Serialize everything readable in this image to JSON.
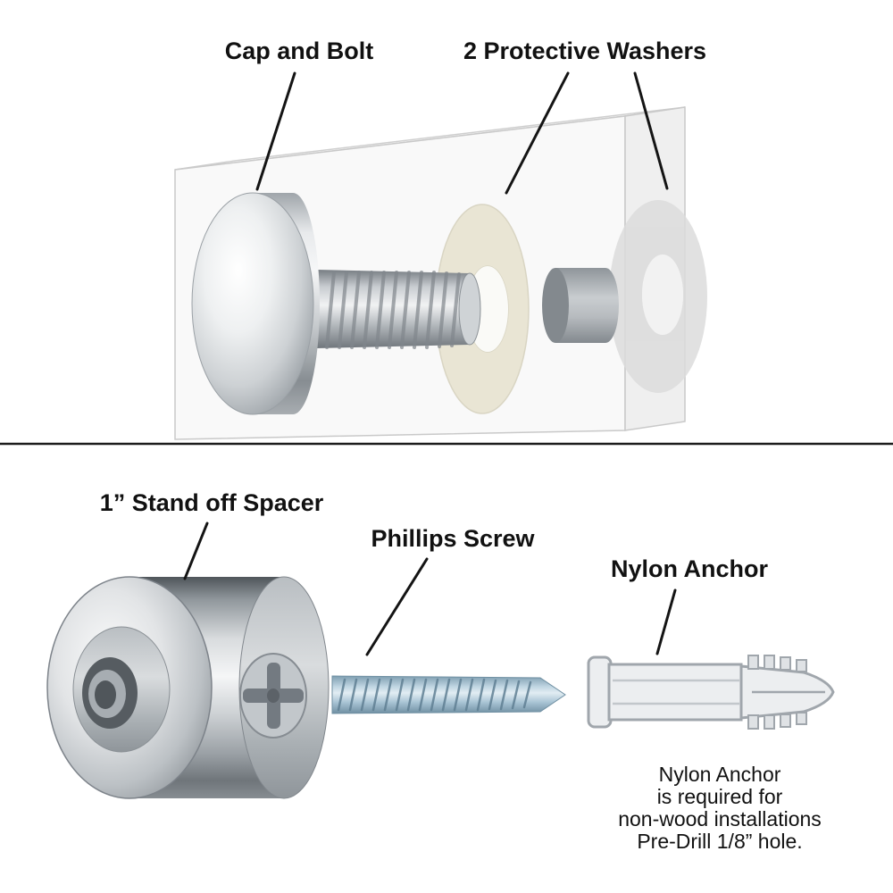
{
  "page": {
    "background": "#ffffff"
  },
  "top_section": {
    "label_cap_and_bolt": "Cap and Bolt",
    "label_protective_washers": "2 Protective Washers"
  },
  "bottom_section": {
    "label_standoff_spacer": "1” Stand off Spacer",
    "label_phillips_screw": "Phillips Screw",
    "label_nylon_anchor": "Nylon Anchor",
    "note": {
      "line1": "Nylon Anchor",
      "line2": "is required for",
      "line3": "non-wood installations",
      "line4": "Pre-Drill 1/8” hole."
    }
  },
  "colors": {
    "label_text": "#111111",
    "leader_line": "#141414",
    "divider": "#1c1c1c",
    "chrome_light": "#f2f3f4",
    "chrome_dark": "#878d92",
    "washer_cream": "#e9e5d4",
    "screw_blue": "#a9c4d4",
    "anchor_gray": "#eceef0"
  }
}
